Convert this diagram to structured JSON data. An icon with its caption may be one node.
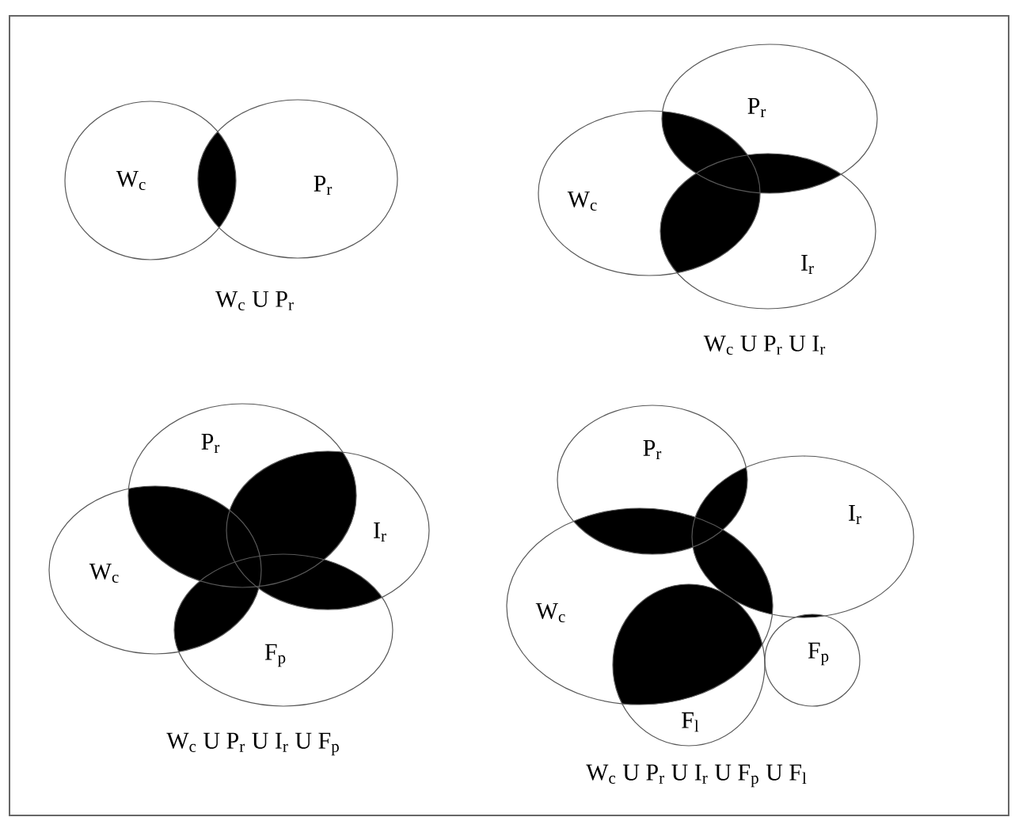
{
  "diagram": {
    "nodes": [
      {
        "text": [
          "W$_{c}$"
        ]
      },
      {
        "text": [
          "P$_{r}$"
        ]
      },
      {
        "text": [
          "W$_{c}$"
        ]
      },
      {
        "text": [
          "P$_{r}$"
        ]
      },
      {
        "text": [
          "I$_{r}$"
        ]
      },
      {
        "text": [
          "P$_{r}$"
        ]
      },
      {
        "text": [
          "W$_{c}$"
        ]
      },
      {
        "text": [
          "I$_{r}$"
        ]
      },
      {
        "text": [
          "F$_{p}$"
        ]
      },
      {
        "text": [
          "P$_{r}$"
        ]
      },
      {
        "text": [
          "W$_{c}$"
        ]
      },
      {
        "text": [
          "I$_{r}$"
        ]
      },
      {
        "text": [
          "F$_{p}$"
        ]
      },
      {
        "text": [
          "F$_{l}$"
        ]
      }
    ],
    "edges": [],
    "labels": [
      "W$_{c}$ U P$_{r}$",
      "W$_{c}$ U P$_{r}$ U I$_{r}$",
      "W$_{c}$ U P$_{r}$ U I$_{r}$ U F$_{p}$",
      "W$_{c}$ U P$_{r}$ U I$_{r}$ U F$_{p}$ U F$_{l}$"
    ]
  }
}
